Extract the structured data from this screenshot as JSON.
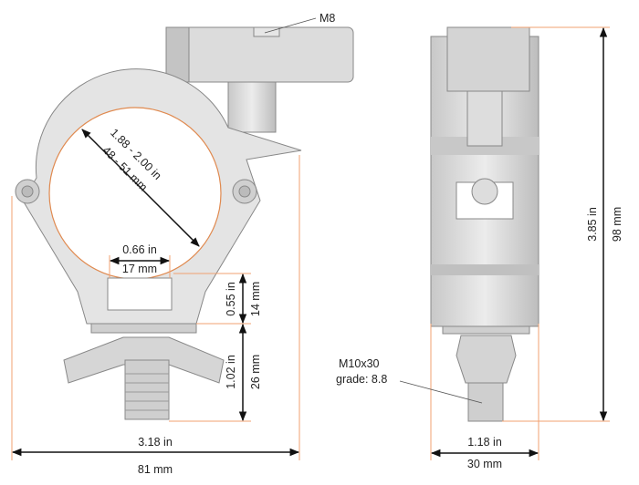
{
  "labels": {
    "m8": "M8",
    "ring_in": "1.88 - 2.00 in",
    "ring_mm": "48 - 51 mm",
    "slot_in": "0.66 in",
    "slot_mm": "17 mm",
    "base_in": "0.55 in",
    "base_mm": "14 mm",
    "bolt_in": "1.02 in",
    "bolt_mm": "26 mm",
    "width_in": "3.18 in",
    "width_mm": "81 mm",
    "height_in": "3.85 in",
    "height_mm": "98 mm",
    "side_in": "1.18 in",
    "side_mm": "30 mm",
    "bolt_spec": "M10x30",
    "bolt_grade": "grade: 8.8"
  },
  "colors": {
    "dim_line": "#f0a070",
    "part": "#d8d8d8",
    "arrow": "#111111"
  }
}
